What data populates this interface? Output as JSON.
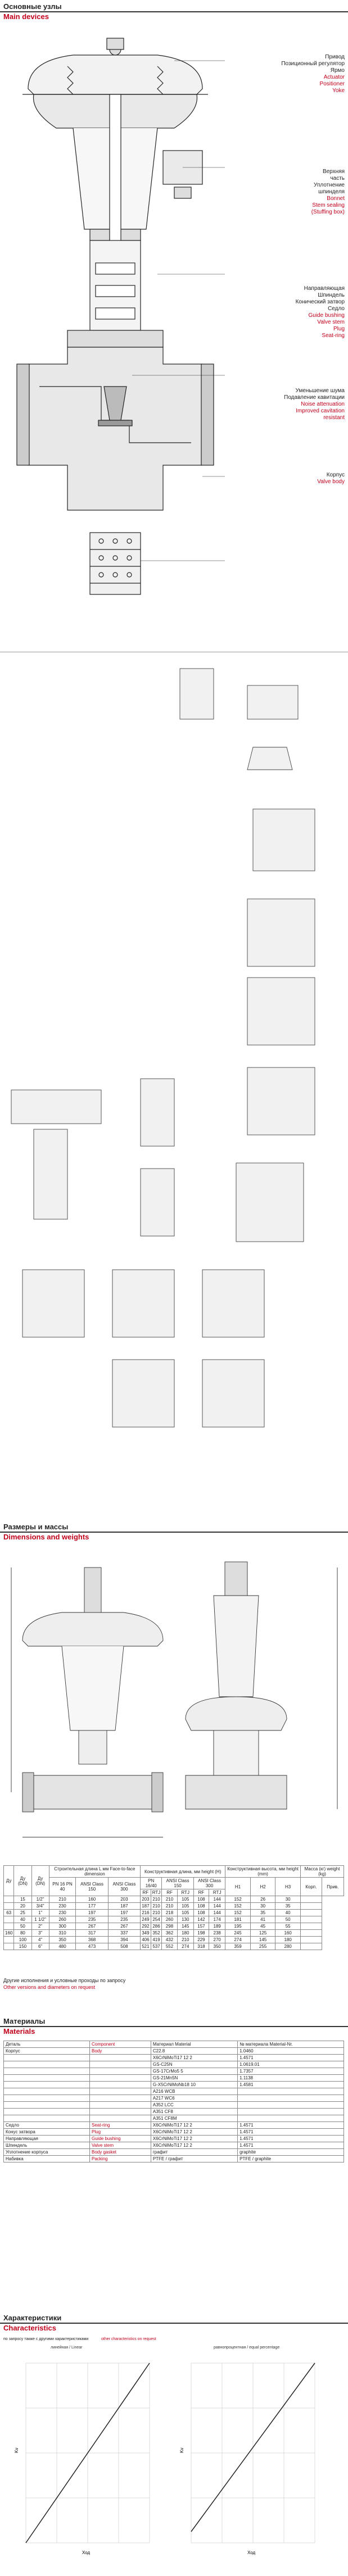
{
  "section1": {
    "title_ru": "Основные узлы",
    "title_en": "Main devices"
  },
  "labels": [
    {
      "ru": "Привод",
      "en": null
    },
    {
      "ru": "Позиционный регулятор",
      "en": null
    },
    {
      "ru": "Ярмо",
      "en": null
    },
    {
      "ru": null,
      "en": "Actuator"
    },
    {
      "ru": null,
      "en": "Positioner"
    },
    {
      "ru": null,
      "en": "Yoke"
    },
    {
      "ru": "Верхняя",
      "en": null
    },
    {
      "ru": "часть",
      "en": null
    },
    {
      "ru": "Уплотнение",
      "en": null
    },
    {
      "ru": "шпинделя",
      "en": null
    },
    {
      "ru": null,
      "en": "Bonnet"
    },
    {
      "ru": null,
      "en": "Stem sealing"
    },
    {
      "ru": null,
      "en": "(Stuffing box)"
    },
    {
      "ru": "Направляющая",
      "en": null
    },
    {
      "ru": "Шпиндель",
      "en": null
    },
    {
      "ru": "Конический затвор",
      "en": null
    },
    {
      "ru": "Седло",
      "en": null
    },
    {
      "ru": null,
      "en": "Guide bushing"
    },
    {
      "ru": null,
      "en": "Valve stem"
    },
    {
      "ru": null,
      "en": "Plug"
    },
    {
      "ru": null,
      "en": "Seat-ring"
    },
    {
      "ru": "Уменьшение шума",
      "en": null
    },
    {
      "ru": "Подавление кавитации",
      "en": null
    },
    {
      "ru": null,
      "en": "Noise attenuation"
    },
    {
      "ru": null,
      "en": "Improved cavitation"
    },
    {
      "ru": null,
      "en": "resistant"
    },
    {
      "ru": "Корпус",
      "en": null
    },
    {
      "ru": null,
      "en": "Valve body"
    }
  ],
  "section2": {
    "title_ru": "Размеры и массы",
    "title_en": "Dimensions and weights"
  },
  "dim_table": {
    "header_row1": [
      "Ду",
      "Ду\n(DN)",
      "Ду\n(DN)",
      "Строительная длина L мм\nFace-to-face dimension",
      "",
      "",
      "Конструктивная длина, мм\nheight (H)",
      "",
      "",
      "",
      "",
      "",
      "Конструктивная высота, мм\nheight (mm)",
      "",
      "",
      "Масса (кг)\nweight (kg)",
      ""
    ],
    "header_row2": [
      "",
      "",
      "",
      "PN 16\nPN 40",
      "ANSI\nClass 150",
      "ANSI\nClass 300",
      "PN 16/40",
      "",
      "ANSI Class 150",
      "",
      "ANSI Class 300",
      "",
      "",
      "",
      "",
      "",
      ""
    ],
    "header_row3": [
      "",
      "",
      "",
      "",
      "",
      "",
      "RF",
      "RTJ",
      "RF",
      "RTJ",
      "RF",
      "RTJ",
      "H1",
      "H2",
      "H3",
      "Корп.",
      "Прив."
    ],
    "rows": [
      [
        "",
        "15",
        "1/2\"",
        "210",
        "160",
        "203",
        "203",
        "210",
        "210",
        "105",
        "108",
        "144",
        "152",
        "26",
        "30",
        ""
      ],
      [
        "",
        "20",
        "3/4\"",
        "230",
        "177",
        "187",
        "187",
        "210",
        "210",
        "105",
        "108",
        "144",
        "152",
        "30",
        "35",
        ""
      ],
      [
        "63",
        "25",
        "1\"",
        "230",
        "197",
        "197",
        "216",
        "210",
        "218",
        "105",
        "108",
        "144",
        "152",
        "35",
        "40",
        ""
      ],
      [
        "",
        "40",
        "1 1/2\"",
        "260",
        "235",
        "235",
        "249",
        "254",
        "260",
        "130",
        "142",
        "174",
        "181",
        "41",
        "50",
        ""
      ],
      [
        "",
        "50",
        "2\"",
        "300",
        "267",
        "267",
        "292",
        "286",
        "298",
        "145",
        "157",
        "189",
        "195",
        "45",
        "55",
        ""
      ],
      [
        "160",
        "80",
        "3\"",
        "310",
        "317",
        "337",
        "349",
        "352",
        "362",
        "180",
        "198",
        "238",
        "245",
        "125",
        "160",
        ""
      ],
      [
        "",
        "100",
        "4\"",
        "350",
        "368",
        "394",
        "406",
        "419",
        "432",
        "210",
        "229",
        "270",
        "274",
        "145",
        "180",
        ""
      ],
      [
        "",
        "150",
        "6\"",
        "480",
        "473",
        "508",
        "521",
        "537",
        "552",
        "274",
        "318",
        "350",
        "359",
        "255",
        "280",
        ""
      ]
    ],
    "footnote_ru": "Другие исполнения и условные проходы по запросу",
    "footnote_en": "Other versions and diameters on request"
  },
  "section3": {
    "title_ru": "Материалы",
    "title_en": "Materials"
  },
  "materials": {
    "head": [
      "Деталь",
      "Component",
      "Материал\nMaterial",
      "№ материала\nMaterial-Nr."
    ],
    "rows": [
      [
        "Корпус",
        "Body",
        "C22.8",
        "1.0460"
      ],
      [
        "",
        "",
        "X6CrNiMoTi17 12 2",
        "1.4571"
      ],
      [
        "",
        "",
        "GS-C25N",
        "1.0619.01"
      ],
      [
        "",
        "",
        "GS-17CrMo5 5",
        "1.7357"
      ],
      [
        "",
        "",
        "GS-21Mn5N",
        "1.1138"
      ],
      [
        "",
        "",
        "G-X5CrNiMoNb18 10",
        "1.4581"
      ],
      [
        "",
        "",
        "A216 WCB",
        ""
      ],
      [
        "",
        "",
        "A217 WC6",
        ""
      ],
      [
        "",
        "",
        "A352 LCC",
        ""
      ],
      [
        "",
        "",
        "A351 CF8",
        ""
      ],
      [
        "",
        "",
        "A351 CF8M",
        ""
      ],
      [
        "Седло",
        "Seat-ring",
        "X6CrNiMoTi17 12 2",
        "1.4571"
      ],
      [
        "Конус затвора",
        "Plug",
        "X6CrNiMoTi17 12 2",
        "1.4571"
      ],
      [
        "Направляющая",
        "Guide bushing",
        "X6CrNiMoTi17 12 2",
        "1.4571"
      ],
      [
        "Шпиндель",
        "Valve stem",
        "X6CrNiMoTi17 12 2",
        "1.4571"
      ],
      [
        "Уплотнение корпуса",
        "Body gasket",
        "графит",
        "graphite"
      ],
      [
        "Набивка",
        "Packing",
        "PTFE / графит",
        "PTFE / graphite"
      ]
    ]
  },
  "section4": {
    "title_ru": "Характеристики",
    "title_en": "Characteristics",
    "note_ru": "по запросу также с другими характеристиками",
    "note_en": "other characteristics on request",
    "chart_left": {
      "title": "линейная / Linear",
      "xlabel": "Ход",
      "ylabel": "Kv"
    },
    "chart_right": {
      "title": "равнопроцентная / equal percentage",
      "xlabel": "Ход",
      "ylabel": "Kv"
    }
  },
  "colors": {
    "accent": "#c0001a",
    "text": "#222222",
    "rule": "#333333"
  }
}
